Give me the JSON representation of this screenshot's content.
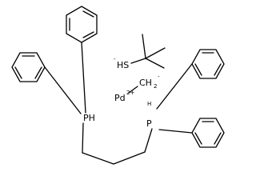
{
  "atoms": {
    "ph_left": {
      "main": "P",
      "h": "H"
    },
    "ph_right": {
      "main": "P",
      "h": "H"
    },
    "pd": {
      "main": "Pd",
      "charge": "2+"
    },
    "sh": {
      "h": "H",
      "main": "S",
      "charge": "-"
    },
    "ch2": {
      "main": "CH",
      "sub": "2",
      "charge": "-"
    }
  }
}
